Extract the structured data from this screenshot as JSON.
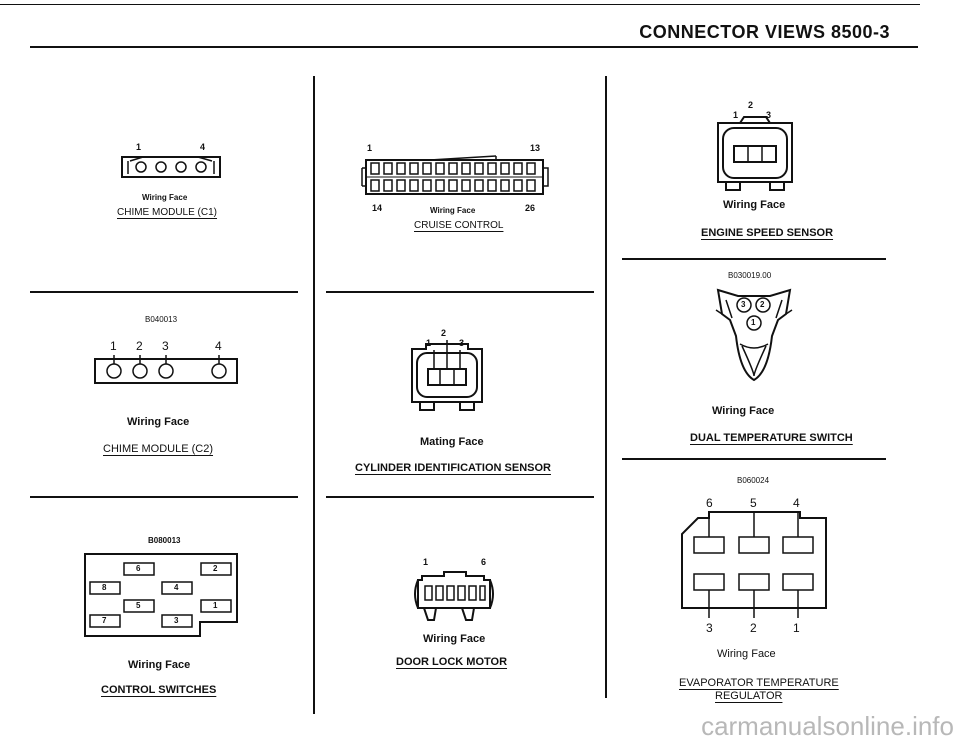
{
  "header": {
    "title": "CONNECTOR VIEWS 8500-3"
  },
  "connectors": {
    "chime_c1": {
      "pins": [
        "1",
        "4"
      ],
      "face": "Wiring Face",
      "name": "CHIME MODULE (C1)"
    },
    "chime_c2": {
      "code": "B040013",
      "pins": [
        "1",
        "2",
        "3",
        "4"
      ],
      "face": "Wiring Face",
      "name": "CHIME MODULE (C2)"
    },
    "control_switches": {
      "code": "B080013",
      "pins": [
        "6",
        "2",
        "8",
        "4",
        "5",
        "1",
        "7",
        "3"
      ],
      "face": "Wiring Face",
      "name": "CONTROL SWITCHES"
    },
    "cruise_control": {
      "pins": [
        "1",
        "13",
        "14",
        "26"
      ],
      "face": "Wiring Face",
      "name": "CRUISE CONTROL"
    },
    "cylinder_id": {
      "pins": [
        "1",
        "2",
        "3"
      ],
      "face": "Mating Face",
      "name": "CYLINDER IDENTIFICATION SENSOR"
    },
    "door_lock": {
      "pins": [
        "1",
        "6"
      ],
      "face": "Wiring Face",
      "name": "DOOR LOCK MOTOR"
    },
    "engine_speed": {
      "pins": [
        "1",
        "2",
        "3"
      ],
      "face": "Wiring Face",
      "name": "ENGINE SPEED SENSOR"
    },
    "dual_temp": {
      "code": "B030019.00",
      "pins": [
        "3",
        "2",
        "1"
      ],
      "face": "Wiring Face",
      "name": "DUAL TEMPERATURE SWITCH"
    },
    "evap_temp": {
      "code": "B060024",
      "pins_top": [
        "6",
        "5",
        "4"
      ],
      "pins_bottom": [
        "3",
        "2",
        "1"
      ],
      "face": "Wiring Face",
      "name_line1": "EVAPORATOR TEMPERATURE",
      "name_line2": "REGULATOR"
    }
  },
  "watermark": "carmanualsonline.info"
}
